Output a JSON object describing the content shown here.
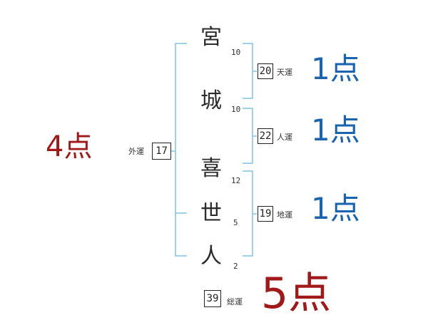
{
  "characters": [
    {
      "char": "宮",
      "strokes": "10"
    },
    {
      "char": "城",
      "strokes": "10"
    },
    {
      "char": "喜",
      "strokes": "12"
    },
    {
      "char": "世",
      "strokes": "5"
    },
    {
      "char": "人",
      "strokes": "2"
    }
  ],
  "fortunes": {
    "ten": {
      "value": "20",
      "label": "天運",
      "points": "1点"
    },
    "jin": {
      "value": "22",
      "label": "人運",
      "points": "1点"
    },
    "chi": {
      "value": "19",
      "label": "地運",
      "points": "1点"
    },
    "gai": {
      "value": "17",
      "label": "外運",
      "points": "4点"
    },
    "so": {
      "value": "39",
      "label": "総運",
      "points": "5点"
    }
  },
  "colors": {
    "bracket": "#7fc3e6",
    "blue_points": "#1a63b0",
    "red_points": "#a01818"
  }
}
